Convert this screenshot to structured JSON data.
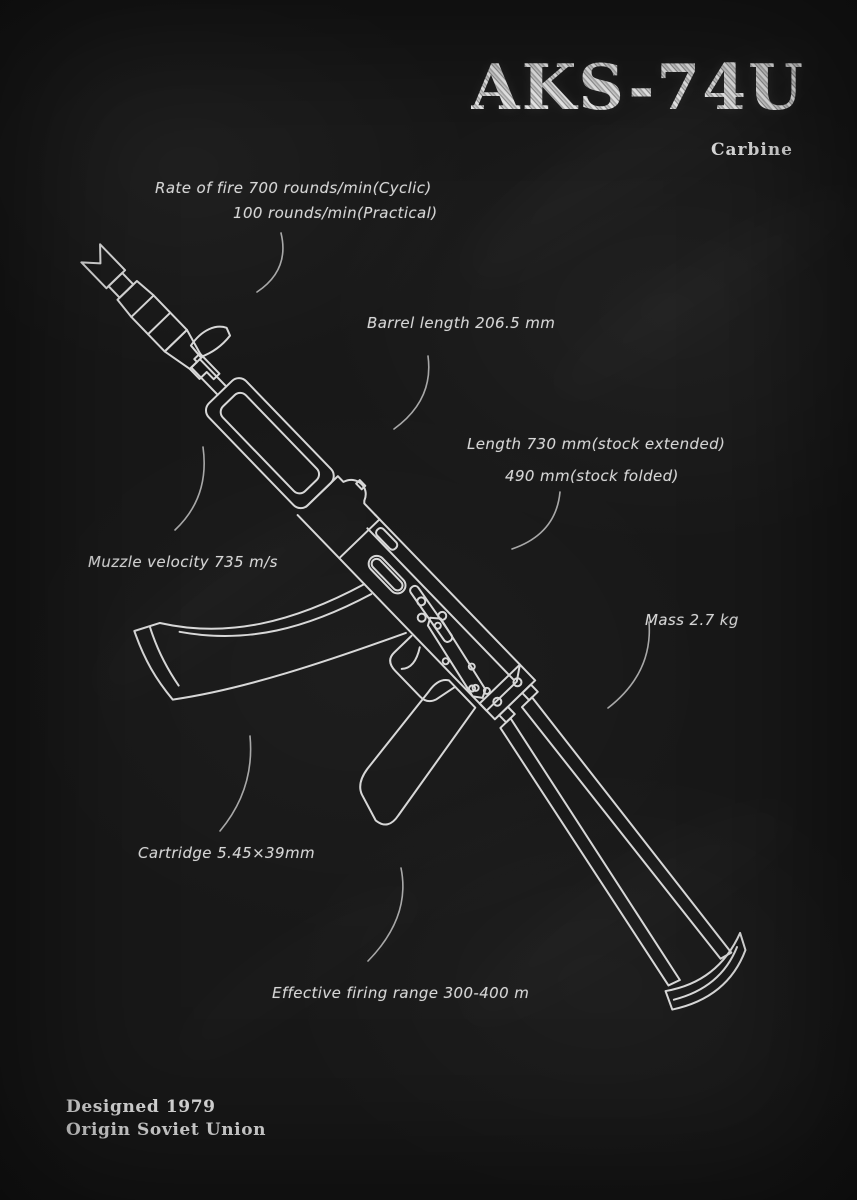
{
  "poster": {
    "title": "AKS-74U",
    "subtitle": "Carbine",
    "annotations": {
      "rate_of_fire_line1": "Rate of fire 700 rounds/min(Cyclic)",
      "rate_of_fire_line2": "100 rounds/min(Practical)",
      "barrel_length": "Barrel length 206.5 mm",
      "length_line1": "Length 730 mm(stock extended)",
      "length_line2": "490 mm(stock folded)",
      "muzzle_velocity": "Muzzle velocity 735 m/s",
      "mass": "Mass 2.7 kg",
      "cartridge": "Cartridge 5.45×39mm",
      "effective_range": "Effective firing range 300-400 m"
    },
    "footer": {
      "designed": "Designed 1979",
      "origin": "Origin Soviet Union"
    },
    "colors": {
      "background": "#181818",
      "chalk_line": "#e8e8e8",
      "label_text": "#d6d6d6"
    }
  }
}
